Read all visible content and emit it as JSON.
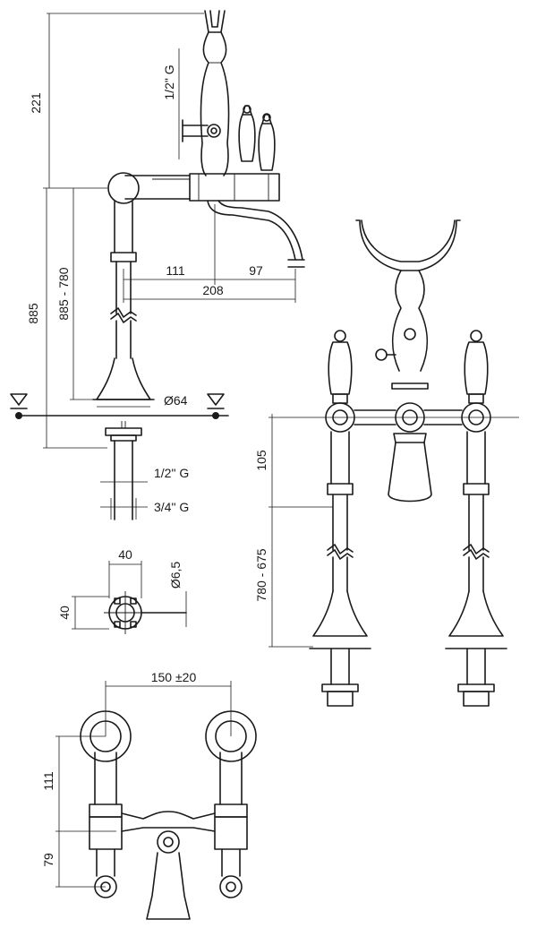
{
  "dimensions": {
    "d221": "221",
    "half_inch_g_top": "1/2\" G",
    "d885": "885",
    "d885_780": "885 - 780",
    "d111_spout": "111",
    "d97": "97",
    "d208": "208",
    "d64": "Ø64",
    "half_inch_g": "1/2\" G",
    "three_quarter_g": "3/4\" G",
    "d40_w": "40",
    "d40_h": "40",
    "d6_5": "Ø6,5",
    "d150": "150 ±20",
    "d111_plan": "111",
    "d79": "79",
    "d105": "105",
    "d780_675": "780 - 675"
  }
}
